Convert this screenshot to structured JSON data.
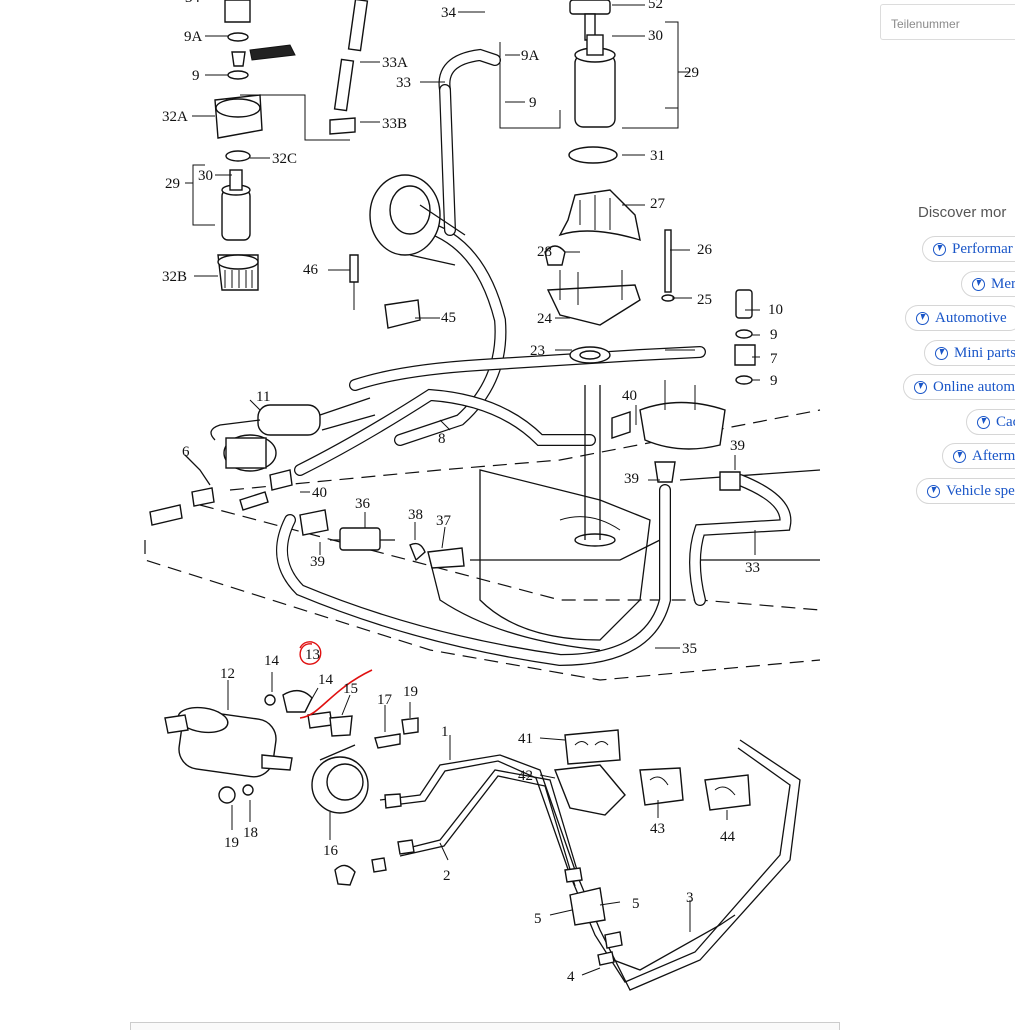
{
  "search": {
    "placeholder": "Teilenummer"
  },
  "discover": {
    "title": "Discover mor",
    "chips": [
      "Performar",
      "Mer",
      "Automotive",
      "Mini parts",
      "Online autom",
      "Cac",
      "Afterm",
      "Vehicle spe"
    ]
  },
  "diagram": {
    "labels": [
      "34",
      "9A",
      "9",
      "32A",
      "32C",
      "29",
      "30",
      "32B",
      "33",
      "33A",
      "33B",
      "9A",
      "9",
      "52",
      "30",
      "29",
      "31",
      "27",
      "28",
      "26",
      "24",
      "25",
      "23",
      "46",
      "45",
      "10",
      "9",
      "7",
      "9",
      "11",
      "8",
      "40",
      "6",
      "40",
      "39",
      "36",
      "38",
      "37",
      "39",
      "39",
      "33",
      "35",
      "13",
      "12",
      "14",
      "14",
      "15",
      "17",
      "19",
      "1",
      "41",
      "42",
      "43",
      "44",
      "19",
      "18",
      "16",
      "2",
      "3",
      "5",
      "5",
      "4"
    ],
    "highlight_label": "13",
    "highlight_color": "#e01010"
  }
}
